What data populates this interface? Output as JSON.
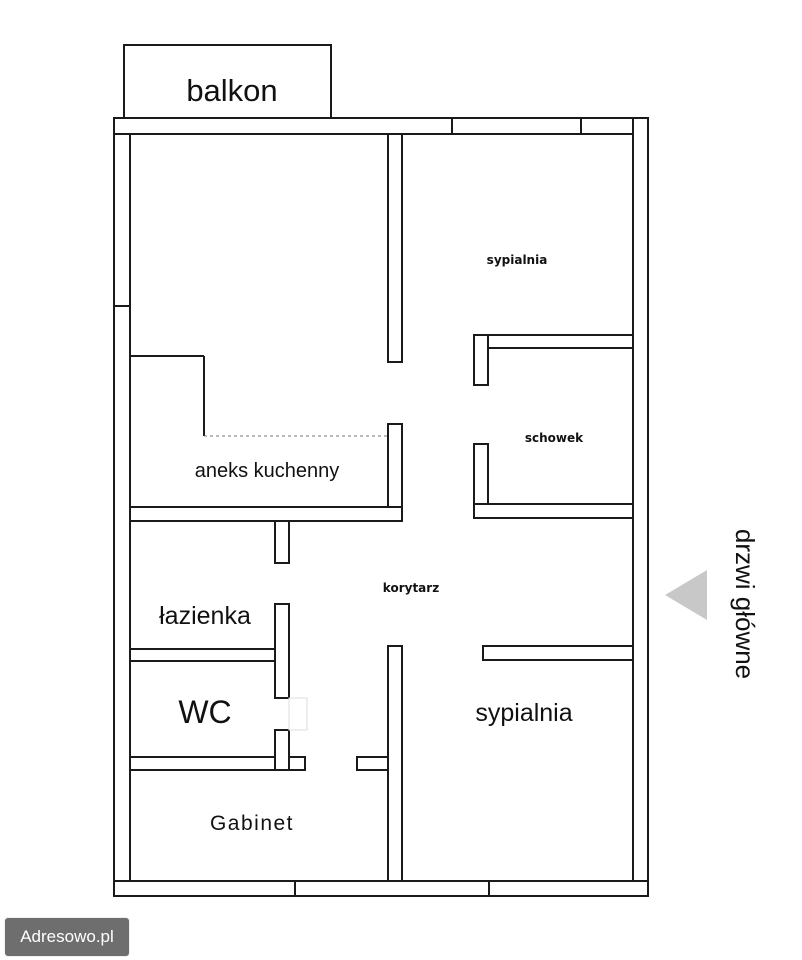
{
  "rooms": {
    "balcony": "balkon",
    "bedroom_top": "sypialnia",
    "storage": "schowek",
    "kitchen": "aneks kuchenny",
    "corridor": "korytarz",
    "bathroom": "łazienka",
    "wc": "WC",
    "bedroom_bottom": "sypialnia",
    "office": "Gabinet"
  },
  "entrance": {
    "label": "drzwi główne"
  },
  "watermark": "Adresowo.pl",
  "colors": {
    "walls": "#1a1a1a",
    "background": "#ffffff",
    "entrance_arrow": "#c8c8c8",
    "watermark_bg": "#6e6e6e"
  }
}
